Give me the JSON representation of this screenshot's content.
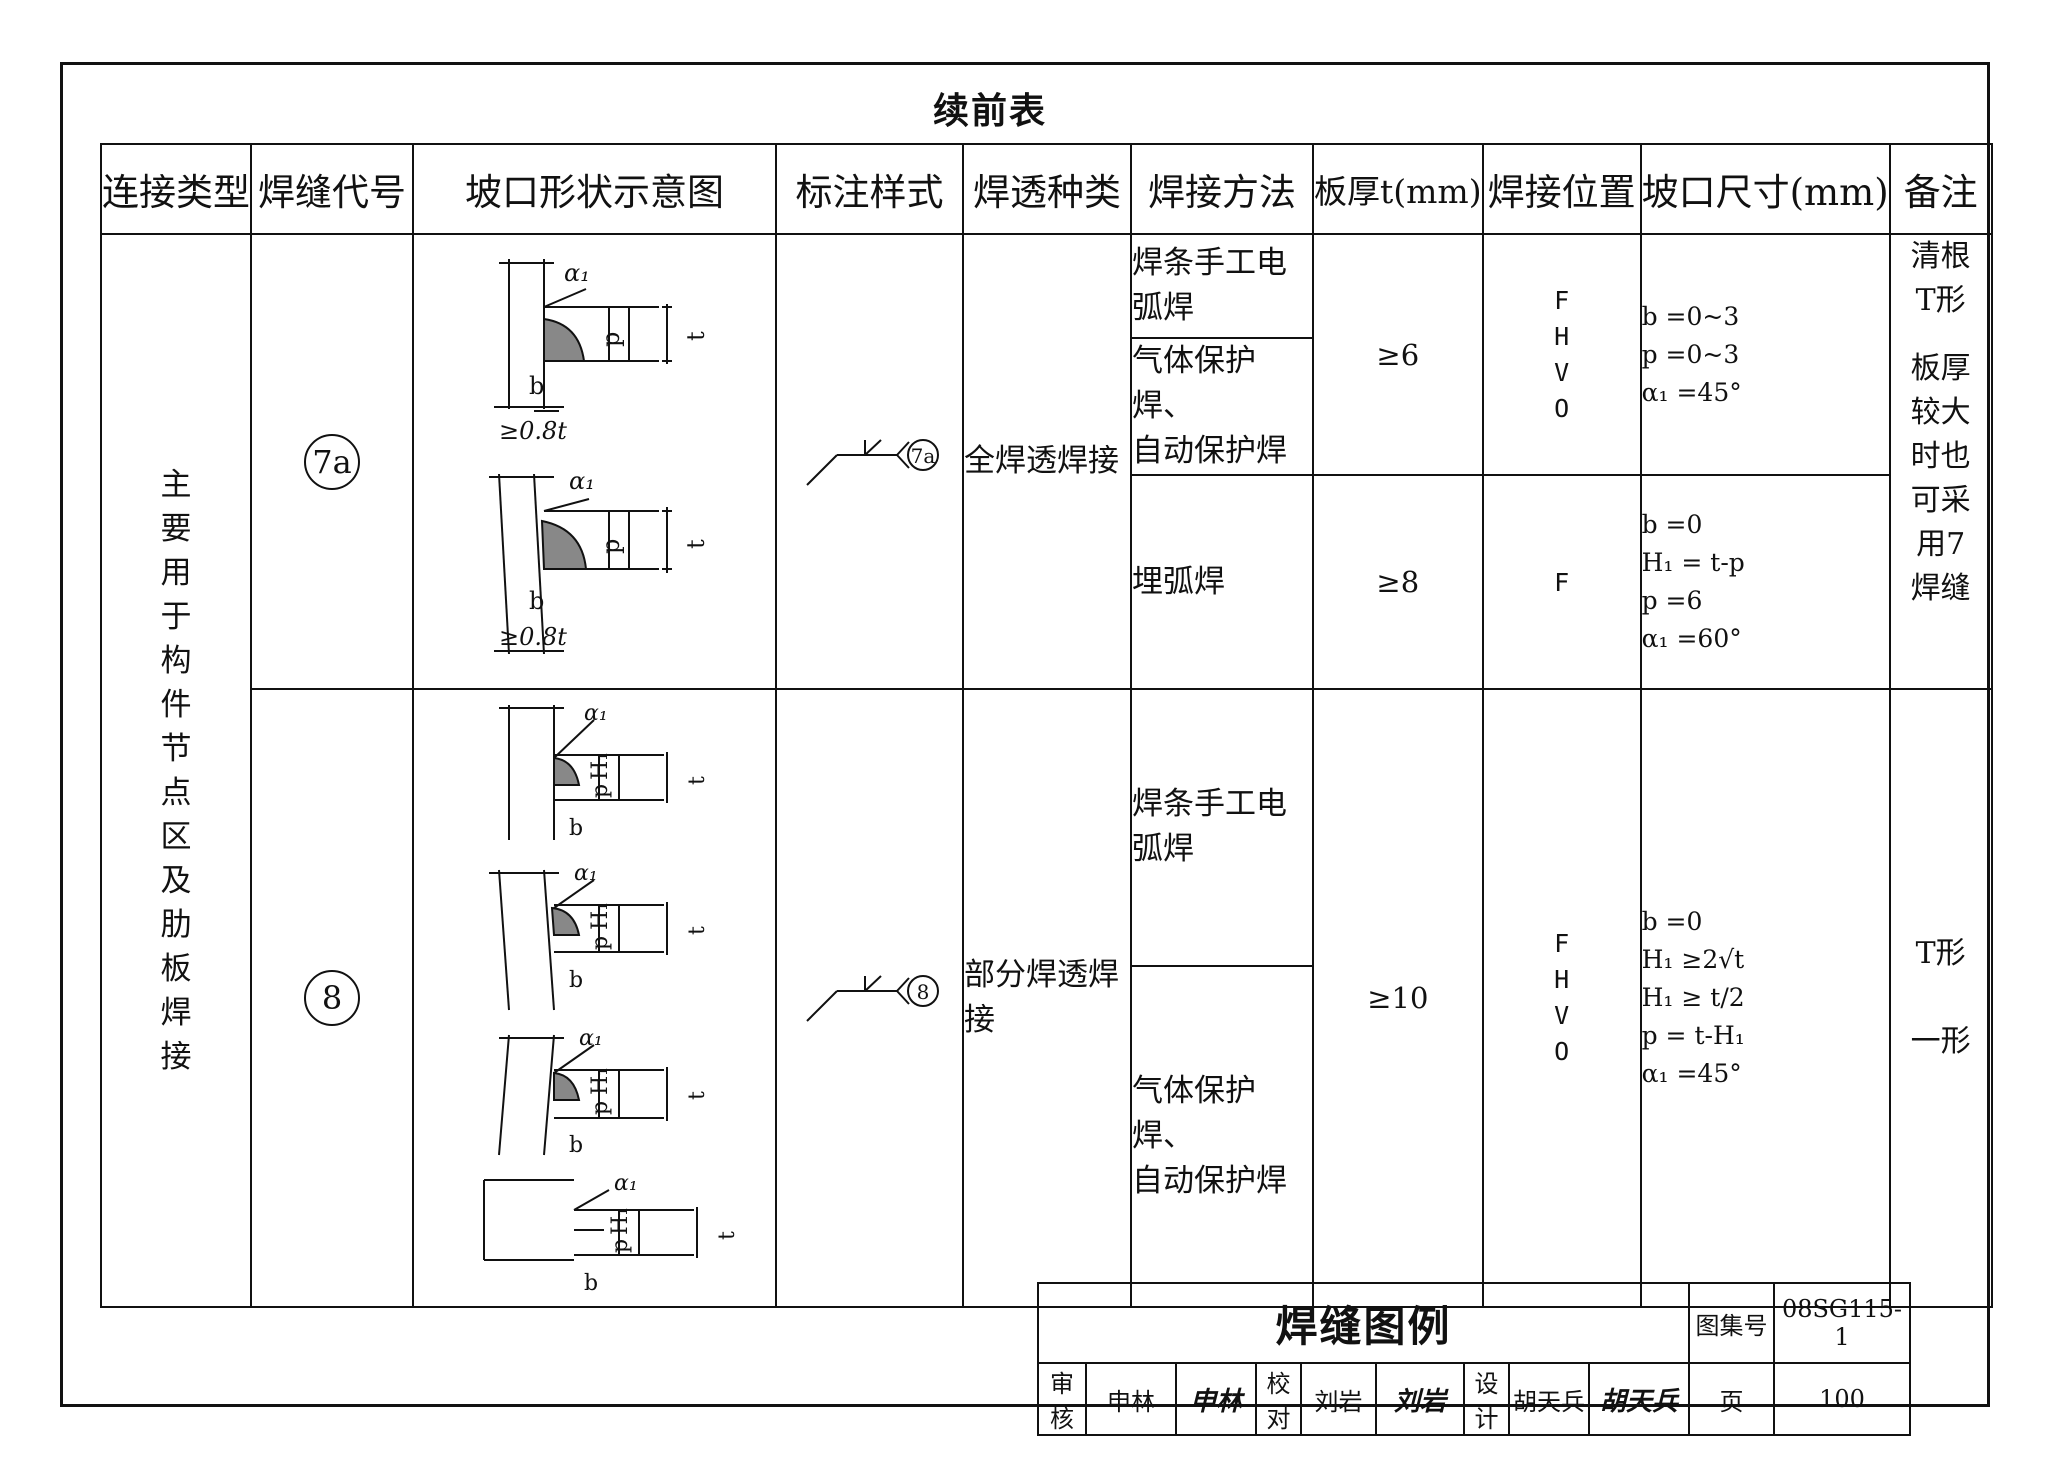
{
  "caption": "续前表",
  "headers": [
    "连接类型",
    "焊缝代号",
    "坡口形状示意图",
    "标注样式",
    "焊透种类",
    "焊接方法",
    "板厚t(mm)",
    "焊接位置",
    "坡口尺寸(mm)",
    "备注"
  ],
  "connection_type": [
    "主",
    "要",
    "用",
    "于",
    "构",
    "件",
    "节",
    "点",
    "区",
    "及",
    "肋",
    "板",
    "焊",
    "接"
  ],
  "row7a": {
    "code": "7a",
    "symbol_code": "7a",
    "penetration": "全焊透焊接",
    "method1": [
      "焊条手工电",
      "弧焊"
    ],
    "method2": [
      "气体保护焊、",
      "自动保护焊"
    ],
    "method3": "埋弧焊",
    "thickness1": "≥6",
    "thickness2": "≥8",
    "position1": [
      "F",
      "H",
      "V",
      "O"
    ],
    "position2": "F",
    "dims1": [
      "b =0~3",
      "p =0~3",
      "α₁ =45°"
    ],
    "dims2": [
      "b =0",
      "H₁ = t-p",
      "p =6",
      "α₁ =60°"
    ],
    "remark": [
      "清根",
      "T形",
      "",
      "板厚",
      "较大",
      "时也",
      "可采",
      "用7",
      "焊缝"
    ],
    "sketch_labels": {
      "alpha": "α₁",
      "p": "p",
      "t": "t",
      "b": "b",
      "min": "≥0.8t"
    }
  },
  "row8": {
    "code": "8",
    "symbol_code": "8",
    "penetration": [
      "部分焊透焊",
      "接"
    ],
    "method1": [
      "焊条手工电",
      "弧焊"
    ],
    "method2": [
      "气体保护焊、",
      "自动保护焊"
    ],
    "thickness": "≥10",
    "position": [
      "F",
      "H",
      "V",
      "O"
    ],
    "dims": [
      "b =0",
      "H₁ ≥2√t",
      "H₁ ≥ t/2",
      "p = t-H₁",
      "α₁ =45°"
    ],
    "remark": [
      "T形",
      "",
      "一形"
    ],
    "sketch_labels": {
      "alpha": "α₁",
      "p": "p",
      "h": "H₁",
      "t": "t",
      "b": "b"
    }
  },
  "titleblock": {
    "title": "焊缝图例",
    "atlas_label": "图集号",
    "atlas_no": "08SG115-1",
    "review_label": "审核",
    "reviewer": "申林",
    "reviewer_sig": "申林",
    "check_label": "校对",
    "checker": "刘岩",
    "checker_sig": "刘岩",
    "design_label": "设计",
    "designer": "胡天兵",
    "designer_sig": "胡天兵",
    "page_label": "页",
    "page_no": "100"
  }
}
